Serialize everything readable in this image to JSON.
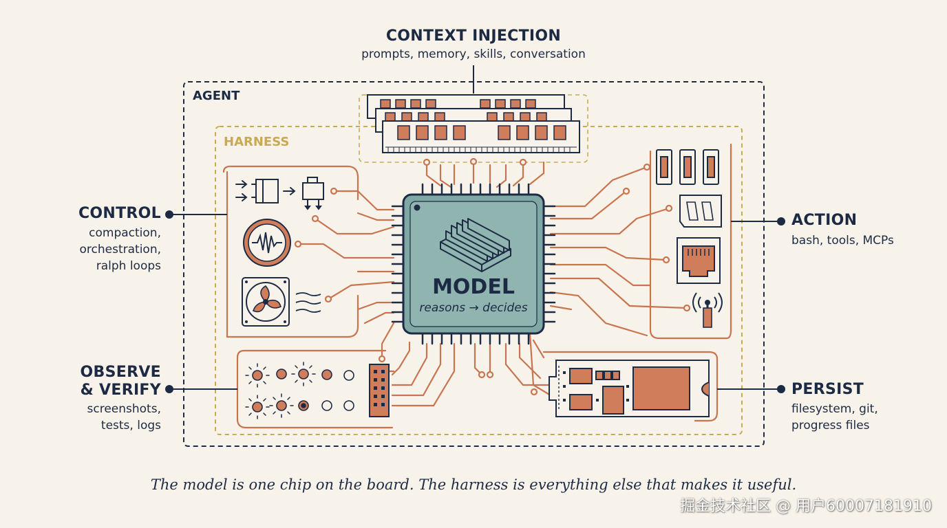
{
  "context": {
    "title": "CONTEXT INJECTION",
    "subtitle": "prompts, memory, skills, conversation"
  },
  "agent_label": "AGENT",
  "harness_label": "HARNESS",
  "control": {
    "title": "CONTROL",
    "lines": [
      "compaction,",
      "orchestration,",
      "ralph loops"
    ]
  },
  "action": {
    "title": "ACTION",
    "subtitle": "bash, tools, MCPs"
  },
  "observe": {
    "title_lines": [
      "OBSERVE",
      "& VERIFY"
    ],
    "lines": [
      "screenshots,",
      "tests, logs"
    ]
  },
  "persist": {
    "title": "PERSIST",
    "lines": [
      "filesystem, git,",
      "progress files"
    ]
  },
  "model": {
    "title": "MODEL",
    "subtitle": "reasons → decides"
  },
  "caption": "The model is one chip on the board. The harness is everything else that makes it useful.",
  "watermark": "掘金技术社区 @ 用户60007181910",
  "colors": {
    "background": "#f8f3ea",
    "ink": "#1c2a44",
    "trace": "#c8754f",
    "harness": "#c9aa54",
    "chip": "#7fa7a3",
    "component": "#cf7d5b"
  }
}
